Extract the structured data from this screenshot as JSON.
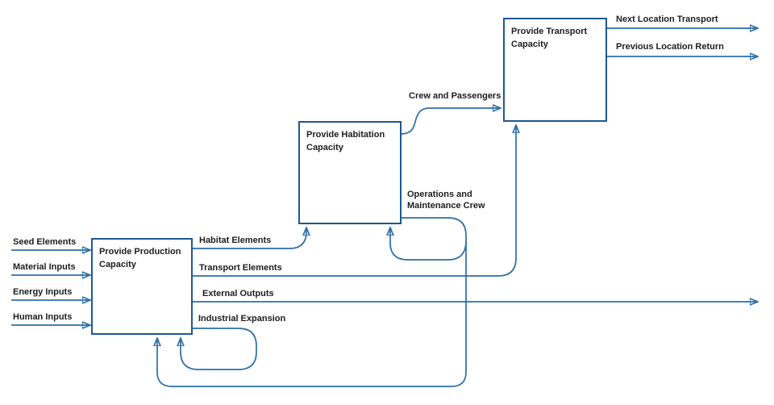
{
  "diagram": {
    "type": "functional-flow-block-diagram",
    "background": "#ffffff"
  },
  "colors": {
    "flow_line": "#2c6fa8",
    "box_border": "#1d5796",
    "label_text": "#1d1d1f"
  },
  "boxes": {
    "production": {
      "title": "Provide Production Capacity"
    },
    "habitation": {
      "title": "Provide Habitation Capacity"
    },
    "transport": {
      "title": "Provide Transport Capacity"
    }
  },
  "inputs": [
    {
      "label": "Seed Elements"
    },
    {
      "label": "Material Inputs"
    },
    {
      "label": "Energy Inputs"
    },
    {
      "label": "Human Inputs"
    }
  ],
  "flows": {
    "habitat_elements": "Habitat Elements",
    "transport_elements": "Transport Elements",
    "external_outputs": "External Outputs",
    "industrial_expansion": "Industrial Expansion",
    "crew_and_passengers": "Crew and Passengers",
    "operations_maintenance_crew": "Operations and Maintenance Crew",
    "next_location_transport": "Next Location Transport",
    "previous_location_return": "Previous Location Return"
  }
}
